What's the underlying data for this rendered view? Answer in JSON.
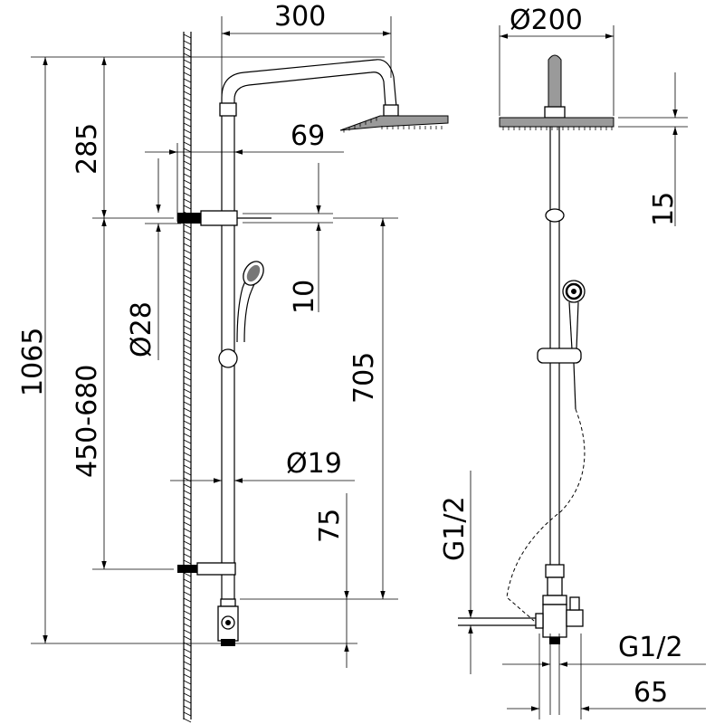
{
  "front_view": {
    "dimensions": {
      "arm_length": "300",
      "arm_height": "285",
      "total_height": "1065",
      "adjust_range": "450-680",
      "head_offset": "69",
      "bracket_diameter": "Ø28",
      "bracket_gap": "10",
      "rail_length": "705",
      "pipe_diameter": "Ø19",
      "bottom_offset": "75"
    }
  },
  "side_view": {
    "dimensions": {
      "head_diameter": "Ø200",
      "head_thickness": "15",
      "inlet_thread_left": "G1/2",
      "inlet_thread_bottom": "G1/2",
      "inlet_width": "65"
    }
  }
}
